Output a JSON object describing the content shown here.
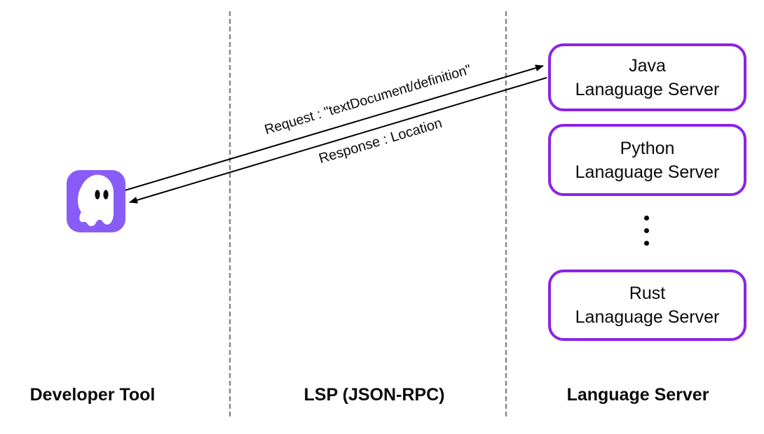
{
  "colors": {
    "accent_purple": "#8C23E6",
    "icon_purple": "#8A5CF7",
    "divider_gray": "#8A8A8A",
    "text_black": "#111111",
    "background": "#FFFFFF"
  },
  "columns": {
    "developer_tool": "Developer Tool",
    "lsp": "LSP (JSON-RPC)",
    "language_server": "Language Server"
  },
  "messages": {
    "request": "Request : \"textDocument/definition\"",
    "response": "Response : Location"
  },
  "servers": [
    {
      "line1": "Java",
      "line2": "Lanaguage Server"
    },
    {
      "line1": "Python",
      "line2": "Lanaguage Server"
    },
    {
      "line1": "Rust",
      "line2": "Lanaguage Server"
    }
  ],
  "icons": {
    "developer_tool": "ghost-icon",
    "more_servers": "vertical-ellipsis-icon"
  }
}
